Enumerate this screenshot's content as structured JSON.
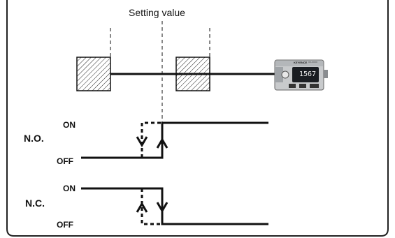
{
  "title": "Setting value",
  "rows": [
    {
      "name": "N.O.",
      "on_label": "ON",
      "off_label": "OFF"
    },
    {
      "name": "N.C.",
      "on_label": "ON",
      "off_label": "OFF"
    }
  ],
  "device": {
    "brand": "KEYENCE",
    "model": "XX-XXXX",
    "display_value": "1567"
  },
  "colors": {
    "line": "#111111",
    "frame": "#222222",
    "device_body": "#c8cacc",
    "device_screen": "#1a1d22"
  }
}
